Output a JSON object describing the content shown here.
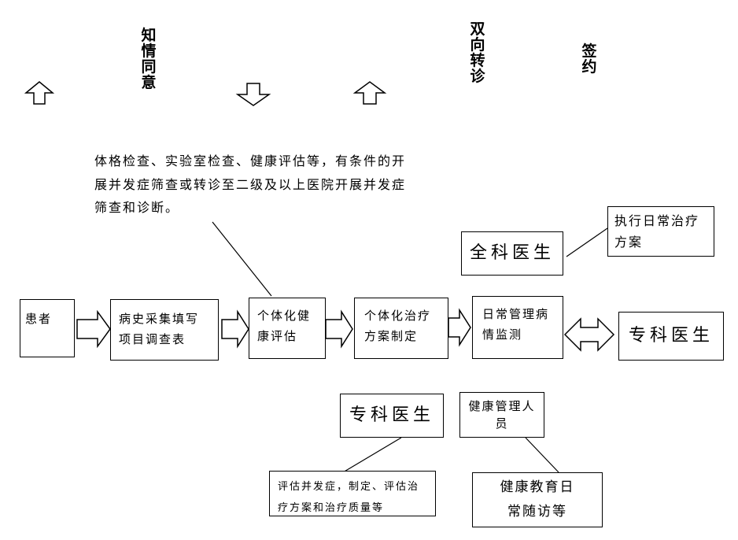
{
  "top_labels": {
    "informed_consent": "知情同意",
    "two_way_referral": "双向转诊",
    "sign_contract": "签约"
  },
  "note_text": "体格检查、实验室检查、健康评估等，有条件的开展并发症筛查或转诊至二级及以上医院开展并发症筛查和诊断。",
  "flow": {
    "patient": "患者",
    "history": "病史采集填写项目调查表",
    "assessment": "个体化健康评估",
    "plan": "个体化治疗方案制定",
    "daily": "日常管理病情监测",
    "specialist_right": "专科医生"
  },
  "gp": {
    "label": "全科医生",
    "task": "执行日常治疗方案"
  },
  "bottom": {
    "specialist": "专科医生",
    "specialist_task": "评估并发症，制定、评估治疗方案和治疗质量等",
    "health_manager": "健康管理人员",
    "manager_task": "健康教育日常随访等"
  },
  "colors": {
    "line": "#000000",
    "background": "#ffffff"
  }
}
